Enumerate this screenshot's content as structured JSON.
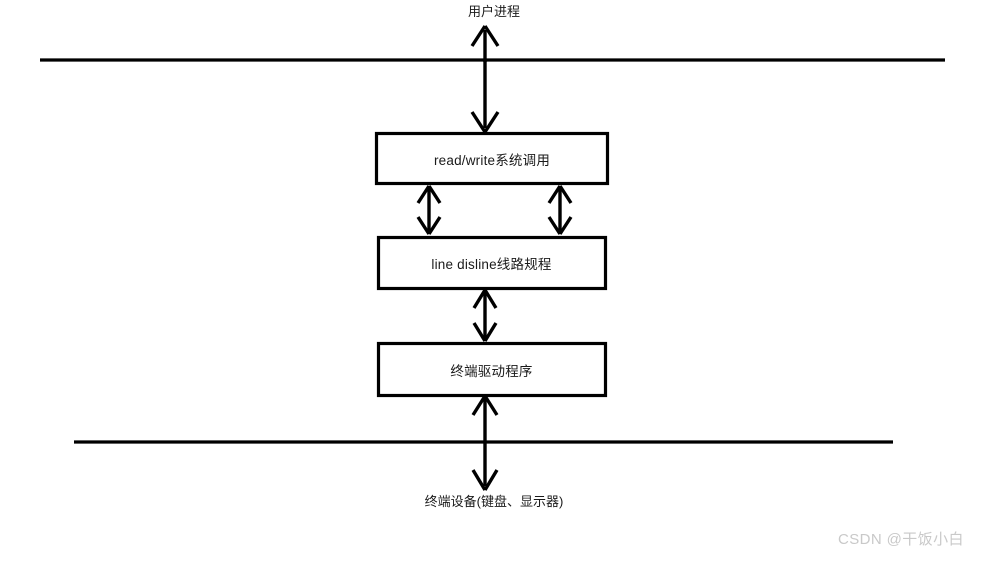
{
  "diagram": {
    "title_label": "用户进程",
    "bottom_label": "终端设备(键盘、显示器)",
    "boxes": [
      {
        "id": "read-write-syscall",
        "label": "read/write系统调用"
      },
      {
        "id": "line-discipline",
        "label": "line disline线路规程"
      },
      {
        "id": "terminal-driver",
        "label": "终端驱动程序"
      }
    ],
    "colors": {
      "stroke": "#000000",
      "text": "#1a1a1a",
      "background": "#ffffff",
      "watermark": "#c9c9c9"
    }
  },
  "watermark": {
    "text": "CSDN @干饭小白"
  }
}
